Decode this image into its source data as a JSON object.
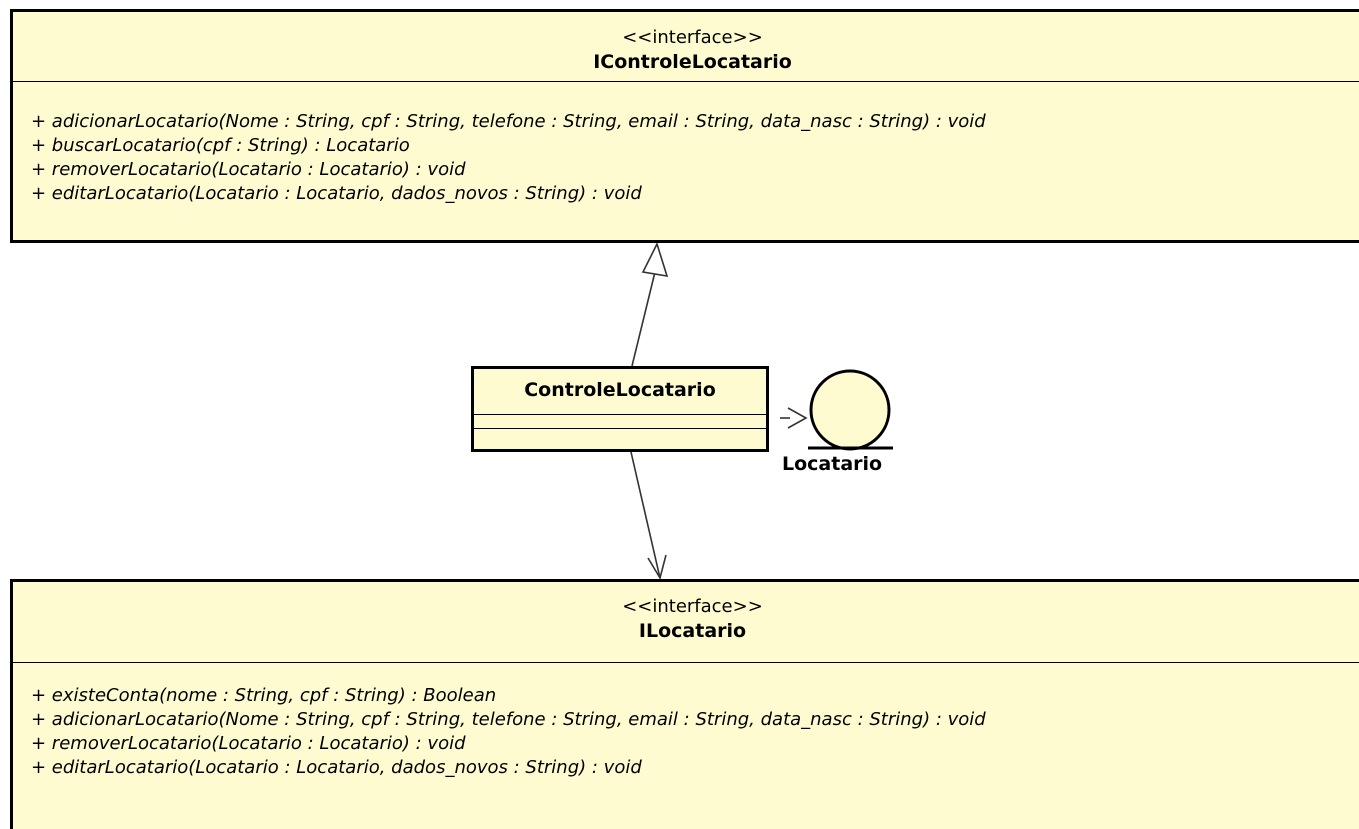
{
  "colors": {
    "fill": "#fefbd0",
    "stroke": "#000000"
  },
  "i_controle_locatario": {
    "stereotype": "<<interface>>",
    "name": "IControleLocatario",
    "operations": [
      "+ adicionarLocatario(Nome : String, cpf : String, telefone : String, email : String, data_nasc : String) : void",
      "+ buscarLocatario(cpf : String) : Locatario",
      "+ removerLocatario(Locatario : Locatario) : void",
      "+ editarLocatario(Locatario : Locatario, dados_novos : String) : void"
    ]
  },
  "controle_locatario": {
    "name": "ControleLocatario"
  },
  "locatario_entity": {
    "name": "Locatario"
  },
  "i_locatario": {
    "stereotype": "<<interface>>",
    "name": "ILocatario",
    "operations": [
      "+ existeConta(nome : String, cpf : String) : Boolean",
      "+ adicionarLocatario(Nome : String, cpf : String, telefone : String, email : String, data_nasc : String) : void",
      "+ removerLocatario(Locatario : Locatario) : void",
      "+ editarLocatario(Locatario : Locatario, dados_novos : String) : void"
    ]
  }
}
